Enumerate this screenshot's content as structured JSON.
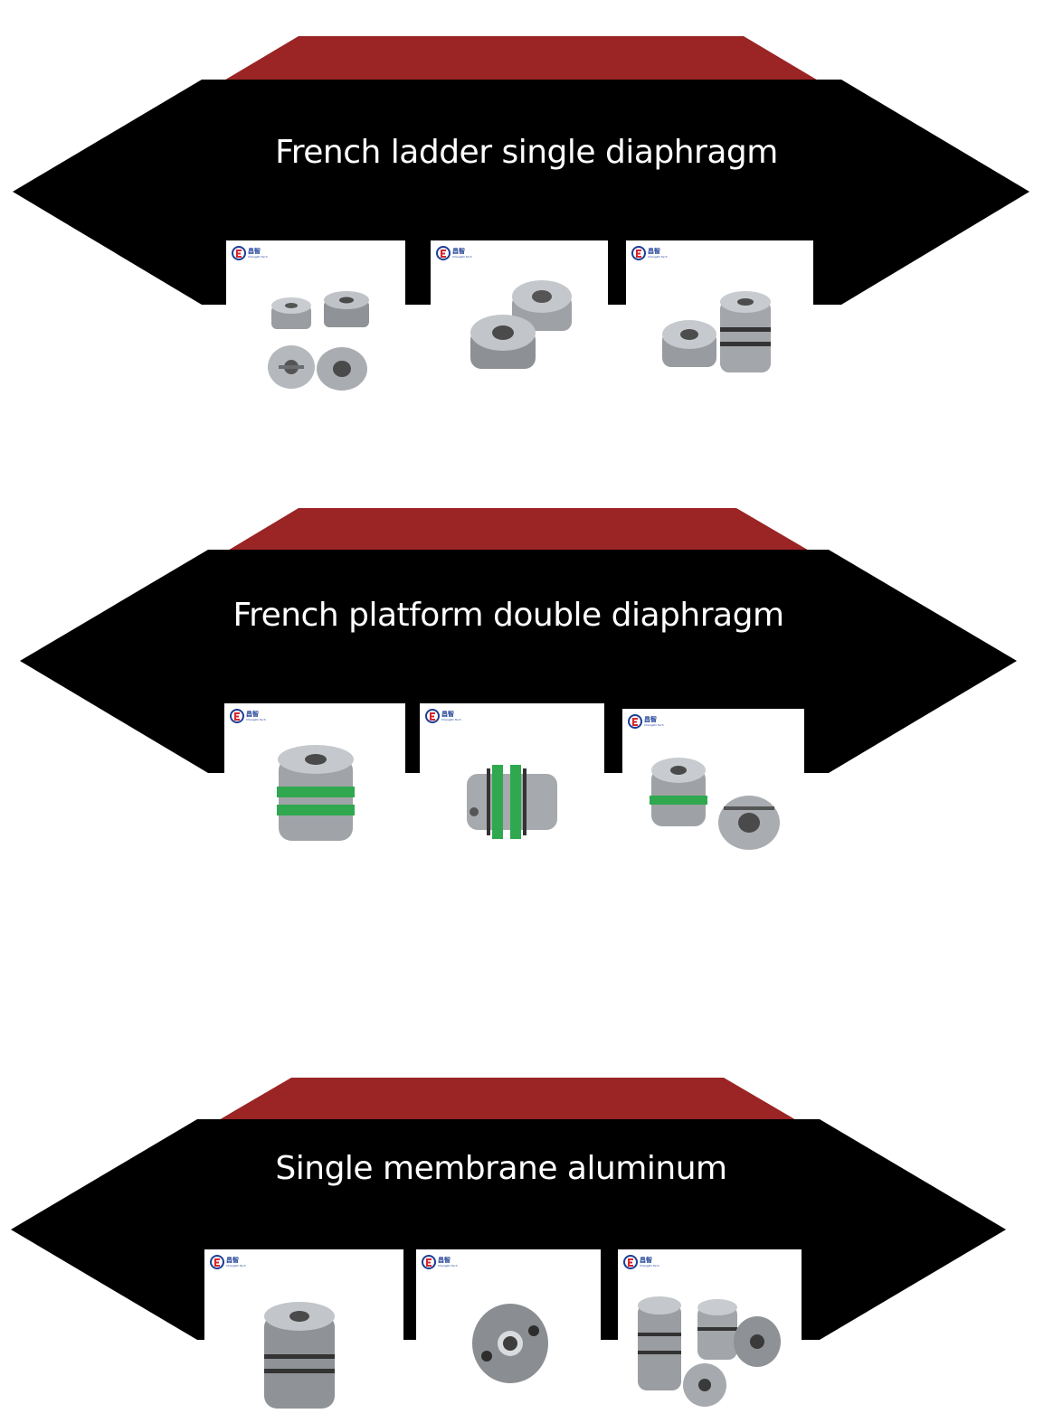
{
  "brand": {
    "logo_text": "昌智",
    "logo_sub": "Changzhi Tech",
    "colors": {
      "banner": "#000000",
      "accent": "#9b2424",
      "logo_blue": "#1c3f94",
      "logo_red": "#d8262d",
      "green": "#2fa84f",
      "metal": "#b9bcc0"
    }
  },
  "sections": [
    {
      "title": "French ladder single diaphragm"
    },
    {
      "title": "French platform double diaphragm"
    },
    {
      "title": "Single membrane aluminum"
    }
  ]
}
